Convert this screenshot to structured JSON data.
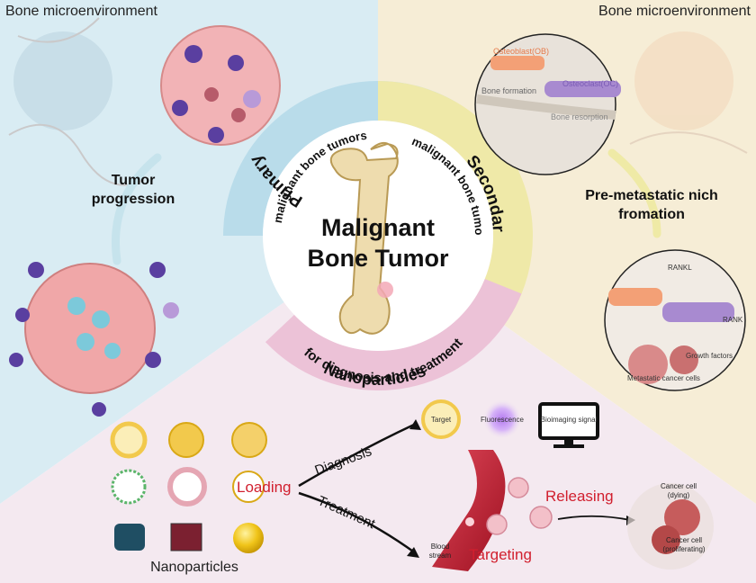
{
  "colors": {
    "left_bg": "#d9ecf3",
    "right_bg": "#f6edd6",
    "bottom_bg": "#f4e9f0",
    "primary_ring": "#b9dcea",
    "secondary_ring": "#efe9a8",
    "nano_ring": "#ecc2d7",
    "red_accent": "#d11f2e",
    "dark_text": "#1a1a1a"
  },
  "left": {
    "header": "Bone microenvironment",
    "progression_label": "Tumor\nprogression"
  },
  "right": {
    "header": "Bone microenvironment",
    "osteoblast": "Osteoblast(OB)",
    "osteoclast": "Osteoclast(OC)",
    "bone_formation": "Bone formation",
    "bone_resorption": "Bone resorption",
    "niche_label": "Pre-metastatic nich\nfromation",
    "rankl": "RANKL",
    "rank": "RANK",
    "growth_factors": "Growth factors",
    "metastatic_cells": "Metastatic cancer cells"
  },
  "center": {
    "title_line1": "Malignant",
    "title_line2": "Bone Tumor",
    "primary_bold": "Primary",
    "primary_sub": "malignant bone tumors",
    "secondary_bold": "Secondary",
    "secondary_sub": "malignant bone tumors",
    "nano_bold": "Nanoparticles",
    "nano_sub": "for diagnosis and treatment"
  },
  "bottom": {
    "nanoparticles_label": "Nanoparticles",
    "loading": "Loading",
    "diagnosis": "Diagnosis",
    "treatment": "Treatment",
    "target": "Target",
    "fluorescence": "Fluorescence",
    "bioimaging": "Bioimaging signal",
    "blood_stream": "Blood\nstream",
    "targeting": "Targeting",
    "releasing": "Releasing",
    "cancer_dying": "Cancer cell\n(dying)",
    "cancer_prolif": "Cancer cell\n(proliferating)"
  }
}
